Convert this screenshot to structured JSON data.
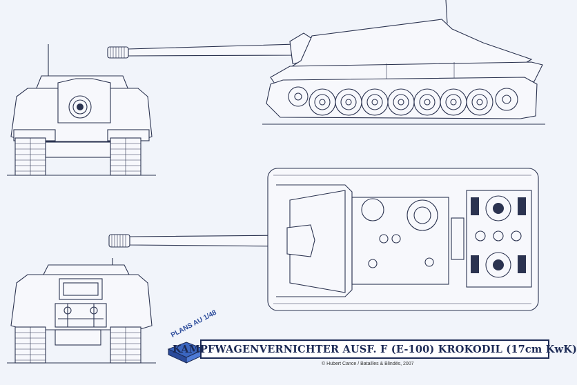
{
  "title": "KAMPFWAGENVERNICHTER AUSF. F (E-100) KROKODIL (17cm KwK)",
  "credit": "© Hubert Cance / Batailles & Blindés, 2007",
  "logo": {
    "text": "PLANS AU 1/48"
  },
  "colors": {
    "line": "#2b3350",
    "paper": "#f1f4fa",
    "title": "#1c2a55",
    "logo": "#2a4a9a"
  }
}
